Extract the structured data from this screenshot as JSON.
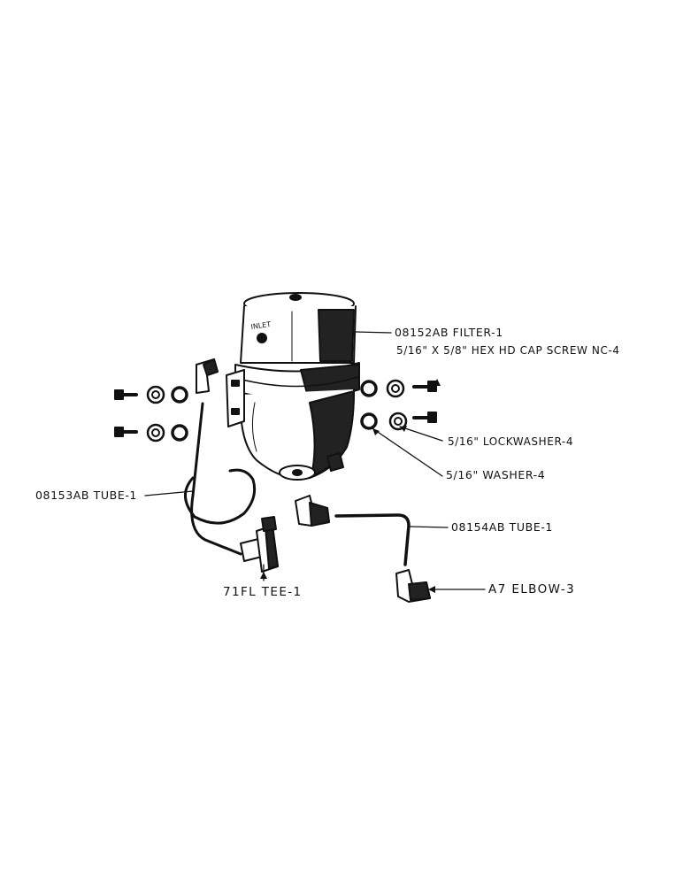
{
  "colors": {
    "ink": "#111111",
    "paper": "#ffffff"
  },
  "parts": {
    "filter": "08152AB FILTER-1",
    "cap_screw": "5/16\" X 5/8\" HEX HD CAP SCREW NC-4",
    "lockwasher": "5/16\" LOCKWASHER-4",
    "washer": "5/16\" WASHER-4",
    "tube_left": "08153AB TUBE-1",
    "tube_right": "08154AB TUBE-1",
    "tee": "71FL TEE-1",
    "elbow": "A7 ELBOW-3"
  },
  "filter_marking": "INLET"
}
